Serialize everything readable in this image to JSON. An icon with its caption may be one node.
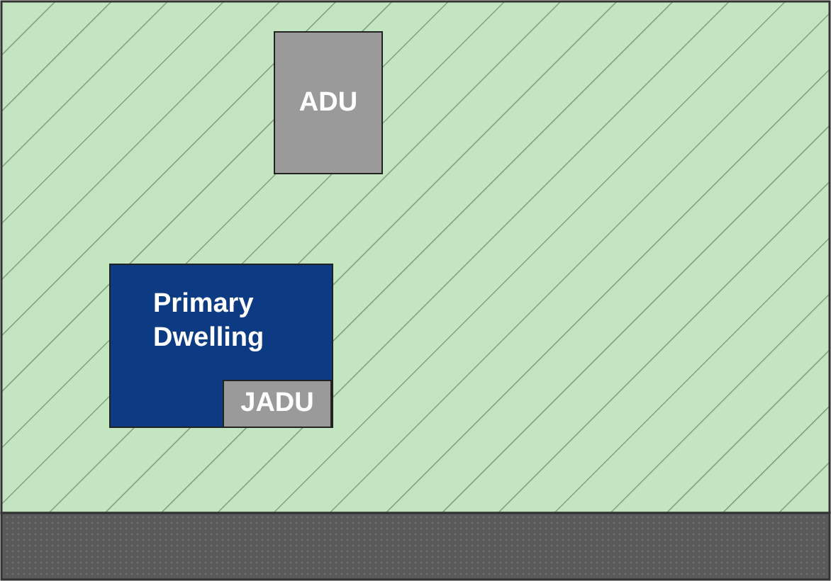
{
  "diagram": {
    "nodes": [
      {
        "text": [
          "ADU"
        ]
      },
      {
        "text": [
          "Primary Dwelling"
        ]
      },
      {
        "text": [
          "JADU"
        ],
        "in": 1
      }
    ]
  }
}
